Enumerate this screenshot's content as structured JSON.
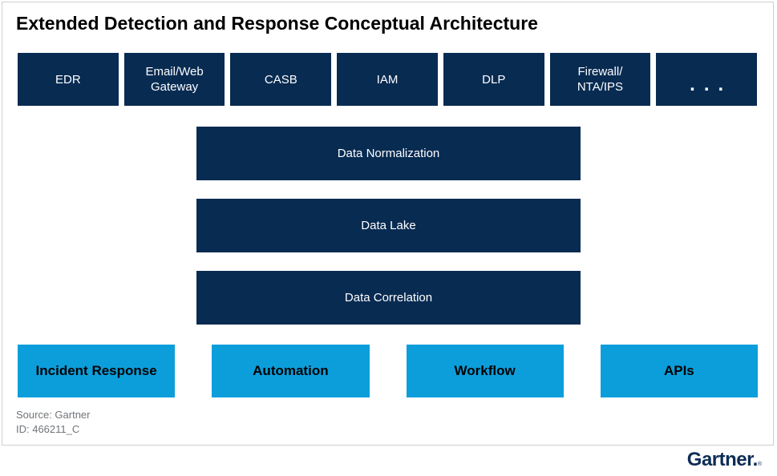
{
  "title": "Extended Detection and Response Conceptual Architecture",
  "colors": {
    "box_navy": "#082b52",
    "box_light_blue": "#0c9edb",
    "logo_navy": "#0d2d56",
    "frame_border_gray": "#cfcfcf",
    "source_text_gray": "#70757a",
    "box_text_white": "#ffffff",
    "title_black": "#000000"
  },
  "sources_row": {
    "items": [
      {
        "label": "EDR"
      },
      {
        "label": "Email/Web\nGateway"
      },
      {
        "label": "CASB"
      },
      {
        "label": "IAM"
      },
      {
        "label": "DLP"
      },
      {
        "label": "Firewall/\nNTA/IPS"
      },
      {
        "label": "..."
      }
    ]
  },
  "pipeline": {
    "items": [
      {
        "label": "Data Normalization"
      },
      {
        "label": "Data Lake"
      },
      {
        "label": "Data Correlation"
      }
    ]
  },
  "outputs_row": {
    "items": [
      {
        "label": "Incident Response"
      },
      {
        "label": "Automation"
      },
      {
        "label": "Workflow"
      },
      {
        "label": "APIs"
      }
    ]
  },
  "footnote": {
    "source": "Source: Gartner",
    "id": "ID: 466211_C"
  },
  "footer": {
    "logo_text": "Gartner.",
    "registered_mark": "®"
  }
}
